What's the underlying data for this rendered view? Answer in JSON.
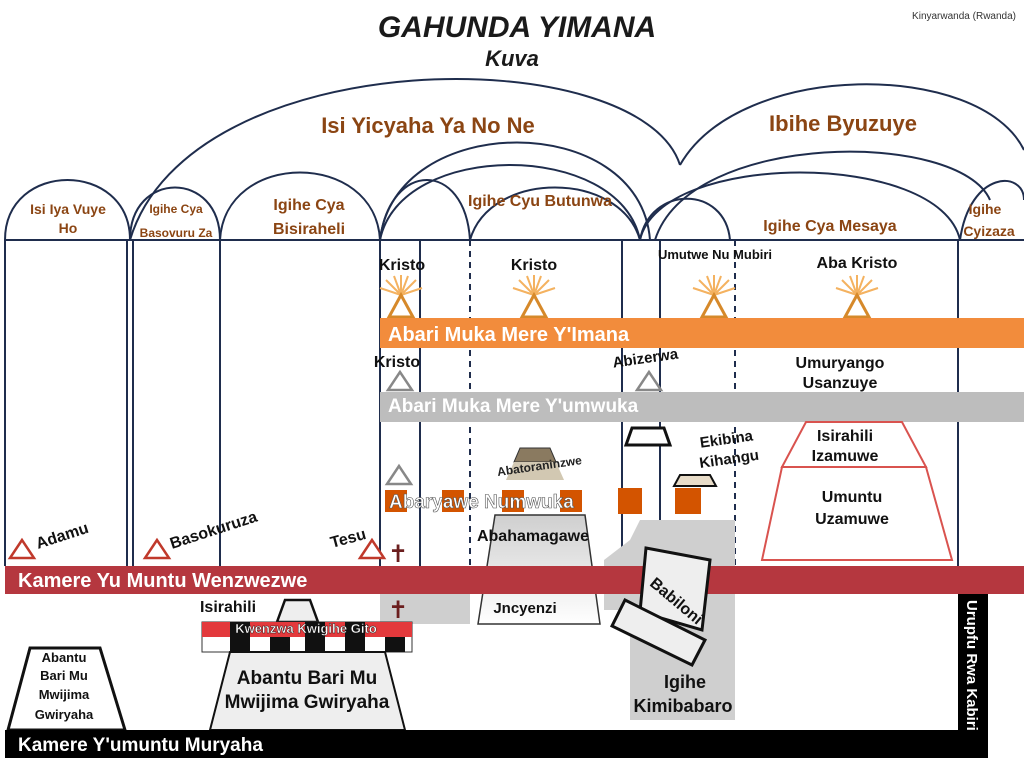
{
  "title": "GAHUNDA YIMANA",
  "subtitle": "Kuva",
  "language_note": "Kinyarwanda (Rwanda)",
  "colors": {
    "brown": "#8B4513",
    "orange": "#F28C3C",
    "grey_band": "#BDBDBD",
    "red_band": "#B5373F",
    "black_band": "#000000",
    "triangle_red": "#C0392B",
    "block_orange": "#D35400",
    "grey_area": "#CFCFCF",
    "navy": "#1f2d4d"
  },
  "arc_labels": {
    "big_left": "Isi Yicyaha Ya No Ne",
    "big_right": "Ibihe Byuzuye"
  },
  "columns": [
    {
      "line1": "Isi Iya Vuye",
      "line2": "Ho"
    },
    {
      "line1": "Igihe Cya",
      "line2": "Basovuru Za"
    },
    {
      "line1": "Igihe Cya",
      "line2": "Bisiraheli"
    },
    {
      "line1": "Igihe Cyu Butunwa",
      "line2": ""
    },
    {
      "line1": "Igihe Cya Mesaya",
      "line2": ""
    },
    {
      "line1": "Igihe",
      "line2": "Cyizaza"
    }
  ],
  "top_labels": [
    "Kristo",
    "Kristo",
    "Umutwe Nu Mubiri",
    "Aba Kristo"
  ],
  "bands": {
    "orange": "Abari Muka Mere Y'Imana",
    "grey": "Abari Muka Mere Y'umwuka",
    "red": "Kamere Yu Muntu Wenzwezwe",
    "black": "Kamere Y'umuntu Muryaha",
    "vertical": "Urupfu Rwa Kabiri"
  },
  "labels": {
    "kristo_mid": "Kristo",
    "abizerwa": "Abizerwa",
    "umuryango_1": "Umuryango",
    "umuryango_2": "Usanzuye",
    "isirahili_izamuwe_1": "Isirahili",
    "isirahili_izamuwe_2": "Izamuwe",
    "umuntu_uzamuwe_1": "Umuntu",
    "umuntu_uzamuwe_2": "Uzamuwe",
    "ekibina_1": "Ekibina",
    "ekibina_2": "Kihangu",
    "abatoraninzwe": "Abatoraninzwe",
    "abaryawe": "Abaryawe Numwuka",
    "abahamagawe": "Abahamagawe",
    "adamu": "Adamu",
    "basokuruza": "Basokuruza",
    "tesu": "Tesu",
    "isirahili": "Isirahili",
    "kwenzwa": "Kwenzwa Kwigihe Gito",
    "jncyenzi": "Jncyenzi",
    "babiloni": "Babiloni",
    "igihe_kimibabaro_1": "Igihe",
    "igihe_kimibabaro_2": "Kimibabaro",
    "abantu_left_1": "Abantu",
    "abantu_left_2": "Bari Mu",
    "abantu_left_3": "Mwijima",
    "abantu_left_4": "Gwiryaha",
    "abantu_mid_1": "Abantu Bari Mu",
    "abantu_mid_2": "Mwijima Gwiryaha",
    "cross_symbol": "✝"
  }
}
